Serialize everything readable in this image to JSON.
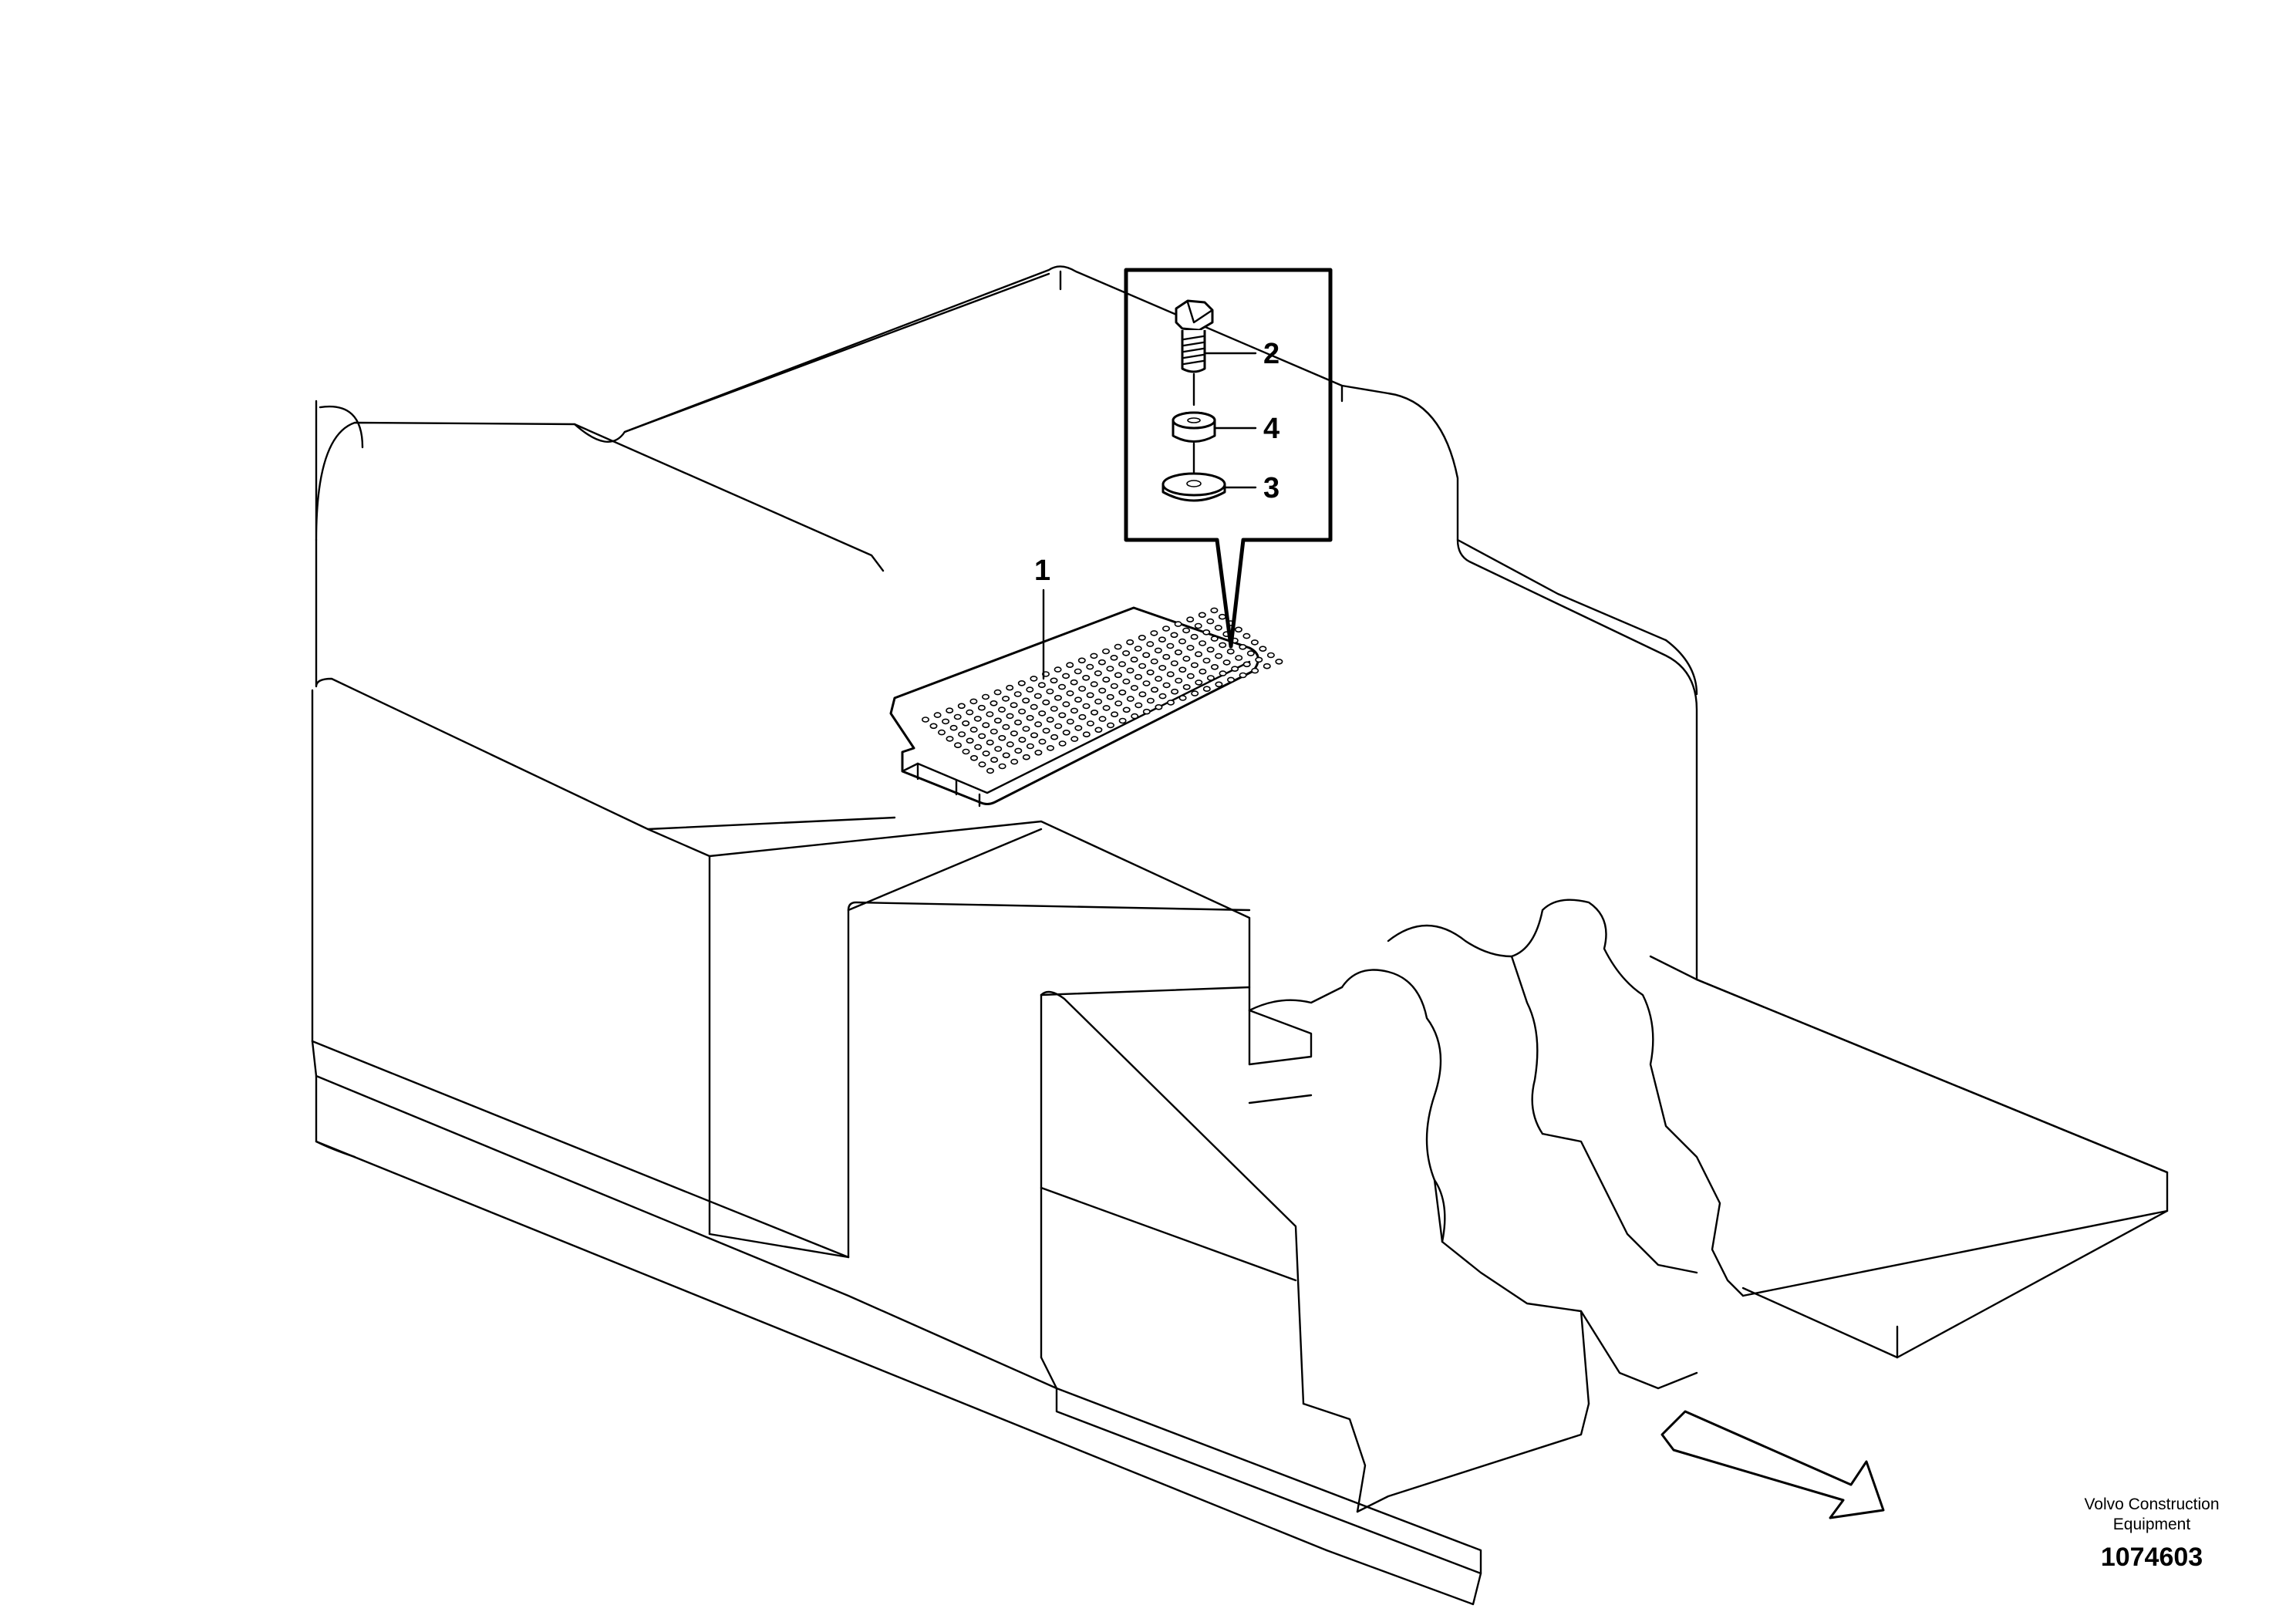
{
  "callouts": {
    "plate": "1",
    "bolt": "2",
    "washer": "3",
    "spacer": "4"
  },
  "footer": {
    "brand_line1": "Volvo Construction",
    "brand_line2": "Equipment",
    "drawing_number": "1074603"
  },
  "colors": {
    "line": "#000000",
    "background": "#ffffff"
  }
}
